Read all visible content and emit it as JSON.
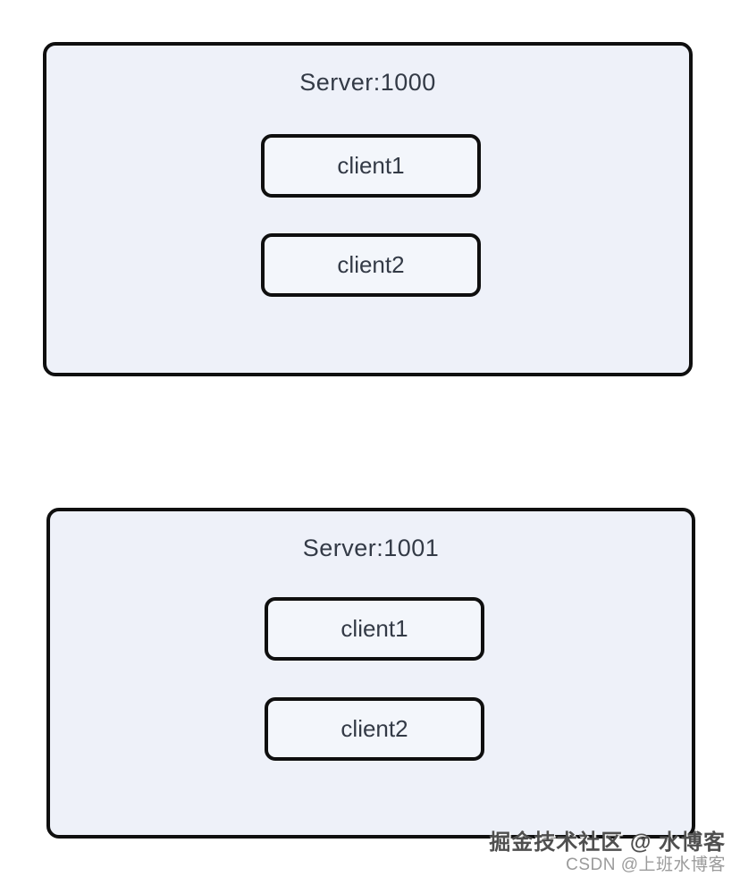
{
  "diagram": {
    "servers": [
      {
        "title": "Server:1000",
        "clients": [
          {
            "label": "client1"
          },
          {
            "label": "client2"
          }
        ]
      },
      {
        "title": "Server:1001",
        "clients": [
          {
            "label": "client1"
          },
          {
            "label": "client2"
          }
        ]
      }
    ],
    "colors": {
      "server_fill": "#eef1f9",
      "client_fill": "#f3f6fb",
      "border": "#0f0f0f",
      "text": "#333a46"
    }
  },
  "watermark": {
    "line1": "掘金技术社区 @ 水博客",
    "line2": "CSDN @上班水博客"
  }
}
